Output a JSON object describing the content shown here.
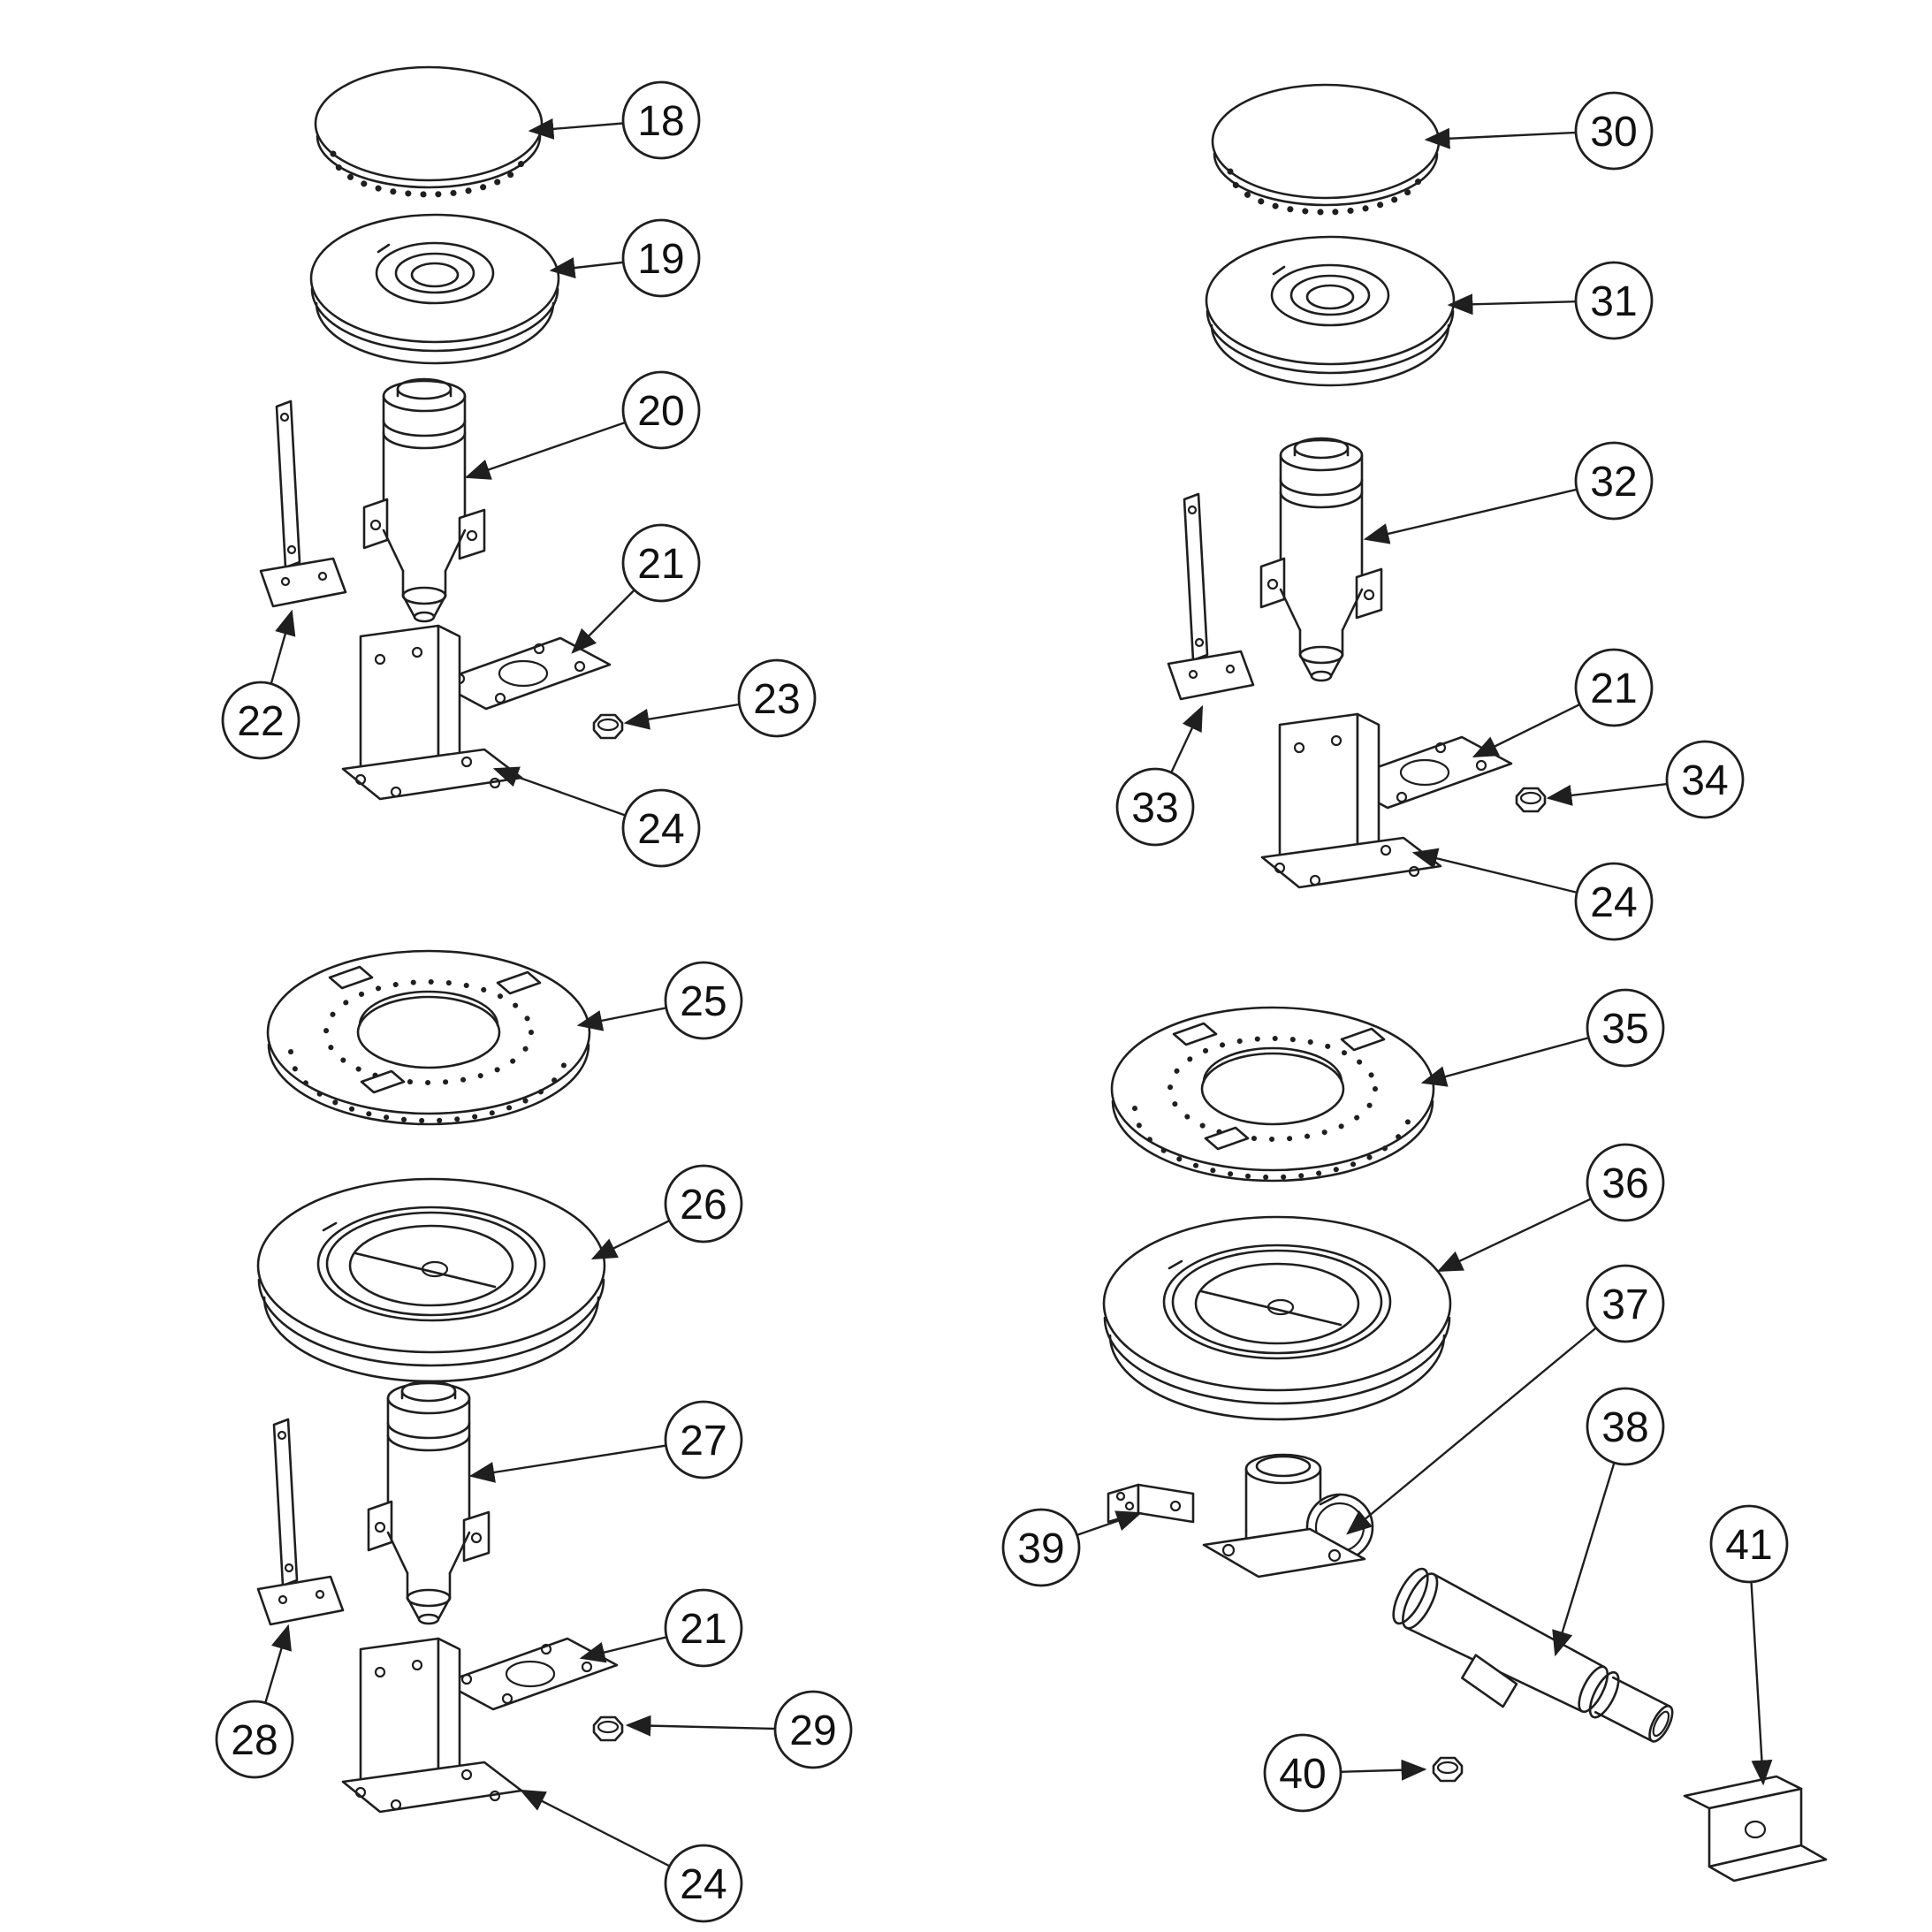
{
  "diagram": {
    "kind": "exploded-parts-diagram",
    "colors": {
      "line": "#1f1f1f",
      "background": "#ffffff",
      "balloon_fill": "#ffffff"
    }
  },
  "assemblies": [
    {
      "id": "top-left",
      "callouts": [
        {
          "label": "18"
        },
        {
          "label": "19"
        },
        {
          "label": "20"
        },
        {
          "label": "21"
        },
        {
          "label": "22"
        },
        {
          "label": "23"
        },
        {
          "label": "24"
        }
      ]
    },
    {
      "id": "top-right",
      "callouts": [
        {
          "label": "30"
        },
        {
          "label": "31"
        },
        {
          "label": "32"
        },
        {
          "label": "21"
        },
        {
          "label": "33"
        },
        {
          "label": "34"
        },
        {
          "label": "24"
        }
      ]
    },
    {
      "id": "bottom-left",
      "callouts": [
        {
          "label": "25"
        },
        {
          "label": "26"
        },
        {
          "label": "27"
        },
        {
          "label": "21"
        },
        {
          "label": "28"
        },
        {
          "label": "29"
        },
        {
          "label": "24"
        }
      ]
    },
    {
      "id": "bottom-right",
      "callouts": [
        {
          "label": "35"
        },
        {
          "label": "36"
        },
        {
          "label": "37"
        },
        {
          "label": "38"
        },
        {
          "label": "39"
        },
        {
          "label": "40"
        },
        {
          "label": "41"
        }
      ]
    }
  ]
}
